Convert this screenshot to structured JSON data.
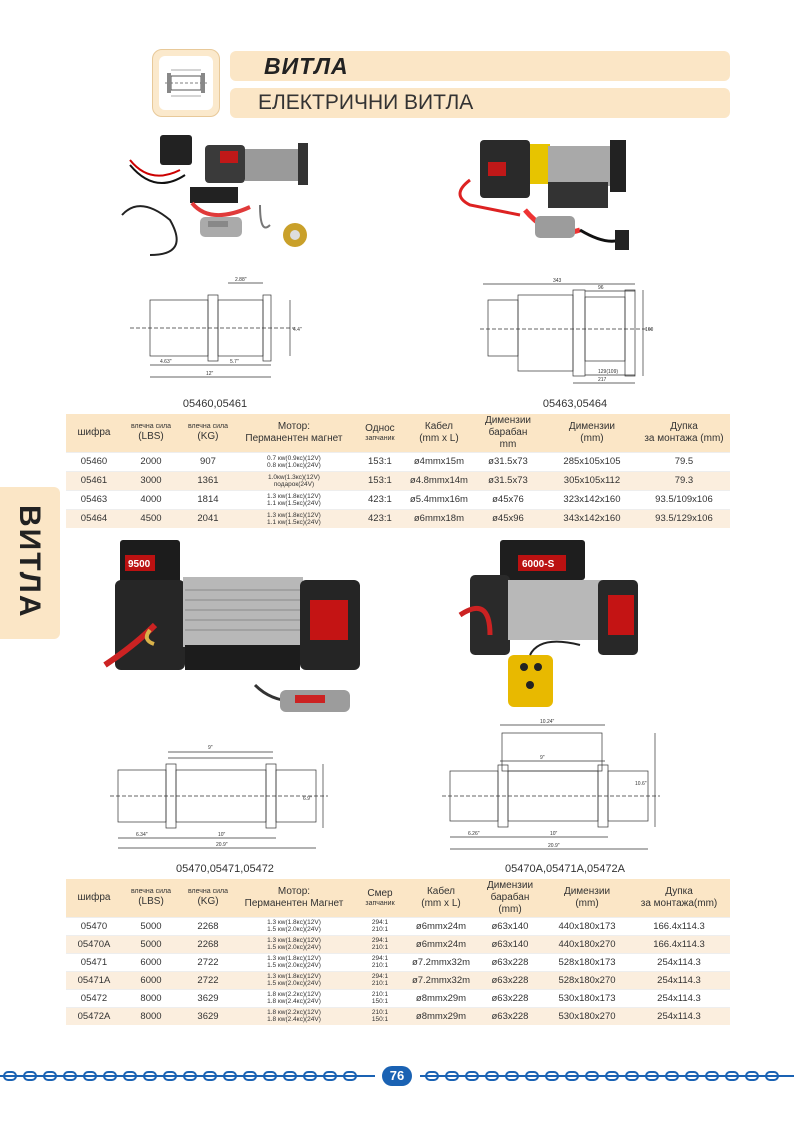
{
  "header": {
    "title": "ВИТЛА",
    "subtitle": "ЕЛЕКТРИЧНИ ВИТЛА"
  },
  "side_tab": "ВИТЛА",
  "captions": {
    "left_top": "05460,05461",
    "right_top": "05463,05464",
    "left_bottom": "05470,05471,05472",
    "right_bottom": "05470A,05471A,05472A"
  },
  "photo_labels": {
    "winch_left": "9500",
    "winch_right": "6000-S"
  },
  "table1": {
    "headers": {
      "code": "шифра",
      "lbs_top": "влечна сила",
      "lbs": "(LBS)",
      "kg_top": "влечна сила",
      "kg": "(KG)",
      "motor": "Мотор:",
      "motor2": "Перманентен магнет",
      "ratio": "Однос",
      "ratio2": "запчаник",
      "cable": "Кабел",
      "cable2": "(mm x L)",
      "drum": "Димензии барабан",
      "drum2": "mm",
      "dim": "Димензии",
      "dim2": "(mm)",
      "mount": "Дупка",
      "mount2": "за монтажа (mm)"
    },
    "rows": [
      {
        "code": "05460",
        "lbs": "2000",
        "kg": "907",
        "motor1": "0.7 кw(0.9кс)(12V)",
        "motor2": "0.8 кw(1.0кс)(24V)",
        "ratio": "153:1",
        "cable": "ø4mmx15m",
        "drum": "ø31.5x73",
        "dim": "285x105x105",
        "mount": "79.5"
      },
      {
        "code": "05461",
        "lbs": "3000",
        "kg": "1361",
        "motor1": "1.0кw(1.3кс)(12V)",
        "motor2": "подарок(24V)",
        "ratio": "153:1",
        "cable": "ø4.8mmx14m",
        "drum": "ø31.5x73",
        "dim": "305x105x112",
        "mount": "79.3"
      },
      {
        "code": "05463",
        "lbs": "4000",
        "kg": "1814",
        "motor1": "1.3 кw(1.8кс)(12V)",
        "motor2": "1.1 кw(1.5кс)(24V)",
        "ratio": "423:1",
        "cable": "ø5.4mmx16m",
        "drum": "ø45x76",
        "dim": "323x142x160",
        "mount": "93.5/109x106"
      },
      {
        "code": "05464",
        "lbs": "4500",
        "kg": "2041",
        "motor1": "1.3 кw(1.8кс)(12V)",
        "motor2": "1.1 кw(1.5кс)(24V)",
        "ratio": "423:1",
        "cable": "ø6mmx18m",
        "drum": "ø45x96",
        "dim": "343x142x160",
        "mount": "93.5/129x106"
      }
    ]
  },
  "table2": {
    "headers": {
      "code": "шифра",
      "lbs_top": "влечна сила",
      "lbs": "(LBS)",
      "kg_top": "влечна сила",
      "kg": "(KG)",
      "motor": "Мотор:",
      "motor2": "Перманентен Магнет",
      "ratio": "Смер",
      "ratio2": "запчаник",
      "cable": "Кабел",
      "cable2": "(mm x L)",
      "drum": "Димензии барабан",
      "drum2": "(mm)",
      "dim": "Димензии",
      "dim2": "(mm)",
      "mount": "Дупка",
      "mount2": "за монтажа(mm)"
    },
    "rows": [
      {
        "code": "05470",
        "lbs": "5000",
        "kg": "2268",
        "motor1": "1.3 кw(1.8кс)(12V)",
        "motor2": "1.5 кw(2.0кс)(24V)",
        "ratio1": "294:1",
        "ratio2": "210:1",
        "cable": "ø6mmx24m",
        "drum": "ø63x140",
        "dim": "440x180x173",
        "mount": "166.4x114.3"
      },
      {
        "code": "05470A",
        "lbs": "5000",
        "kg": "2268",
        "motor1": "1.3 кw(1.8кс)(12V)",
        "motor2": "1.5 кw(2.0кс)(24V)",
        "ratio1": "294:1",
        "ratio2": "210:1",
        "cable": "ø6mmx24m",
        "drum": "ø63x140",
        "dim": "440x180x270",
        "mount": "166.4x114.3"
      },
      {
        "code": "05471",
        "lbs": "6000",
        "kg": "2722",
        "motor1": "1.3 кw(1.8кс)(12V)",
        "motor2": "1.5 кw(2.0кс)(24V)",
        "ratio1": "294:1",
        "ratio2": "210:1",
        "cable": "ø7.2mmx32m",
        "drum": "ø63x228",
        "dim": "528x180x173",
        "mount": "254x114.3"
      },
      {
        "code": "05471A",
        "lbs": "6000",
        "kg": "2722",
        "motor1": "1.3 кw(1.8кс)(12V)",
        "motor2": "1.5 кw(2.0кс)(24V)",
        "ratio1": "294:1",
        "ratio2": "210:1",
        "cable": "ø7.2mmx32m",
        "drum": "ø63x228",
        "dim": "528x180x270",
        "mount": "254x114.3"
      },
      {
        "code": "05472",
        "lbs": "8000",
        "kg": "3629",
        "motor1": "1.8 кw(2.2кс)(12V)",
        "motor2": "1.8 кw(2.4кс)(24V)",
        "ratio1": "210:1",
        "ratio2": "150:1",
        "cable": "ø8mmx29m",
        "drum": "ø63x228",
        "dim": "530x180x173",
        "mount": "254x114.3"
      },
      {
        "code": "05472A",
        "lbs": "8000",
        "kg": "3629",
        "motor1": "1.8 кw(2.2кс)(12V)",
        "motor2": "1.8 кw(2.4кс)(24V)",
        "ratio1": "210:1",
        "ratio2": "150:1",
        "cable": "ø8mmx29m",
        "drum": "ø63x228",
        "dim": "530x180x270",
        "mount": "254x114.3"
      }
    ]
  },
  "page_number": "76",
  "colors": {
    "accent": "#fbe6c6",
    "alt_row": "#fbeede",
    "chain": "#1a62b3"
  }
}
